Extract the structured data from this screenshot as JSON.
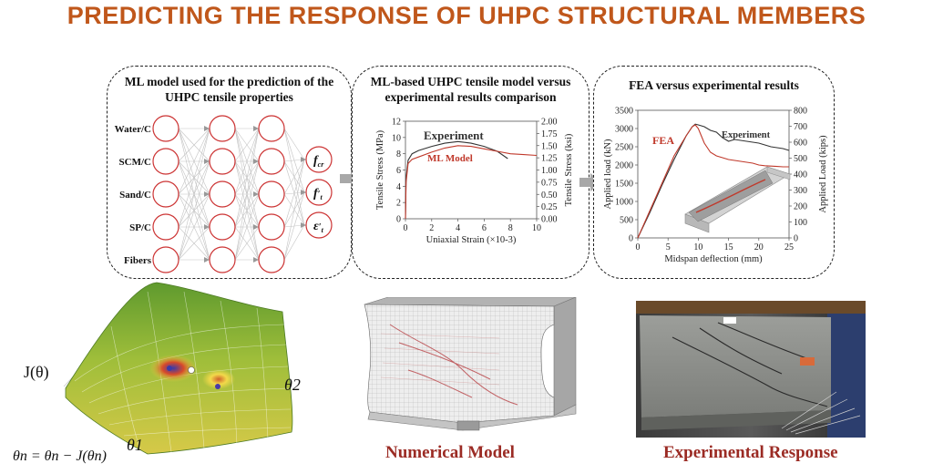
{
  "header": {
    "title": "PREDICTING THE RESPONSE OF UHPC STRUCTURAL MEMBERS"
  },
  "panels": {
    "ml_model": {
      "title_line1": "ML model used for the prediction of the",
      "title_line2": "UHPC tensile properties",
      "inputs": [
        "Water/C",
        "SCM/C",
        "Sand/C",
        "SP/C",
        "Fibers"
      ],
      "outputs": [
        "f",
        "f",
        "ε"
      ],
      "output_subs": [
        "cr",
        "t",
        "t"
      ],
      "output_primes": [
        "",
        "′",
        "′"
      ]
    },
    "tensile": {
      "title_line1": "ML-based UHPC tensile model versus",
      "title_line2": "experimental results comparison"
    },
    "fea": {
      "title": "FEA versus experimental results"
    }
  },
  "optimization": {
    "j_label": "J(θ)",
    "theta2_label": "θ2",
    "theta1_label": "θ1",
    "update_rule": "θn = θn − J(θn)"
  },
  "captions": {
    "numerical": "Numerical Model",
    "experimental": "Experimental Response"
  },
  "chart_data": [
    {
      "type": "line",
      "xlabel": "Uniaxial Strain (×10-3)",
      "ylabel": "Tensile Stress (MPa)",
      "y2label": "Tensile Stress (ksi)",
      "xlim": [
        0,
        10
      ],
      "ylim": [
        0,
        12
      ],
      "y2lim": [
        0,
        2.0
      ],
      "xticks": [
        0,
        2,
        4,
        6,
        8,
        10
      ],
      "yticks": [
        0,
        2,
        4,
        6,
        8,
        10,
        12
      ],
      "y2ticks": [
        "0.00",
        "0.25",
        "0.50",
        "0.75",
        "1.00",
        "1.25",
        "1.50",
        "1.75",
        "2.00"
      ],
      "grid": false,
      "series": [
        {
          "name": "Experiment",
          "color": "#333333",
          "x": [
            0,
            0.05,
            0.2,
            0.5,
            1,
            2,
            3,
            4,
            5,
            6,
            7,
            7.8
          ],
          "y": [
            0,
            5,
            7.2,
            8.0,
            8.4,
            8.9,
            9.3,
            9.5,
            9.3,
            8.9,
            8.3,
            7.4
          ]
        },
        {
          "name": "ML Model",
          "color": "#c0392b",
          "x": [
            0,
            0.05,
            0.2,
            0.5,
            1,
            2,
            3,
            4,
            5,
            6,
            7,
            8,
            9,
            10
          ],
          "y": [
            0,
            4.5,
            6.8,
            7.3,
            7.6,
            8.2,
            8.7,
            9.0,
            8.9,
            8.6,
            8.3,
            8.0,
            7.9,
            7.8
          ]
        }
      ]
    },
    {
      "type": "line",
      "xlabel": "Midspan deflection (mm)",
      "ylabel": "Applied load (kN)",
      "y2label": "Applied Load (kips)",
      "xlim": [
        0,
        25
      ],
      "ylim": [
        0,
        3500
      ],
      "y2lim": [
        0,
        800
      ],
      "xticks": [
        0,
        5,
        10,
        15,
        20,
        25
      ],
      "yticks": [
        0,
        500,
        1000,
        1500,
        2000,
        2500,
        3000,
        3500
      ],
      "y2ticks": [
        0,
        100,
        200,
        300,
        400,
        500,
        600,
        700,
        800
      ],
      "grid": false,
      "series": [
        {
          "name": "Experiment",
          "color": "#333333",
          "x": [
            0,
            2,
            4,
            6,
            8,
            9,
            9.5,
            10,
            11,
            12,
            13,
            14,
            15,
            16,
            18,
            20,
            22,
            24,
            25
          ],
          "y": [
            0,
            700,
            1450,
            2150,
            2800,
            3050,
            3120,
            3100,
            3050,
            2950,
            2900,
            2750,
            2650,
            2700,
            2650,
            2600,
            2500,
            2450,
            2400
          ]
        },
        {
          "name": "FEA",
          "color": "#c0392b",
          "x": [
            0,
            2,
            4,
            6,
            8,
            9,
            9.5,
            10,
            10.5,
            11,
            12,
            13,
            14,
            15,
            17,
            19,
            20,
            21,
            22,
            23,
            24,
            25
          ],
          "y": [
            0,
            750,
            1500,
            2250,
            2800,
            3050,
            3100,
            3000,
            2800,
            2600,
            2350,
            2250,
            2200,
            2150,
            2100,
            2050,
            2000,
            1980,
            1970,
            1960,
            1950,
            1950
          ]
        }
      ]
    }
  ],
  "colors": {
    "title": "#c0571b",
    "caption": "#9b2b24",
    "node": "#cc3333",
    "arrow": "#a8a8a8"
  }
}
